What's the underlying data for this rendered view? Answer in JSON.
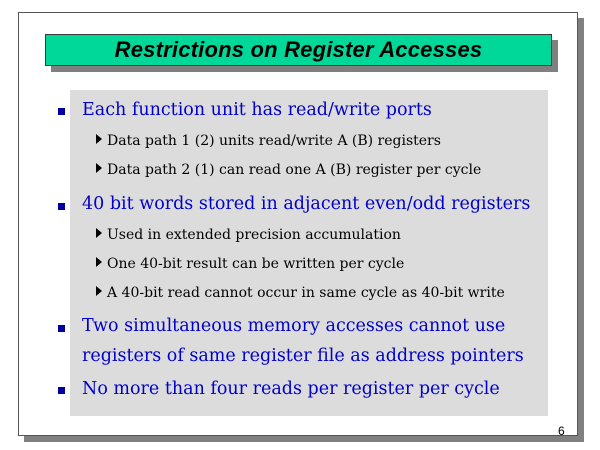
{
  "slide": {
    "title": "Restrictions on Register Accesses",
    "page_number": "6",
    "colors": {
      "title_bar": "#00d89a",
      "content_bg": "#dcdcdc",
      "main_text": "#0000c8",
      "sub_text": "#000000"
    },
    "bullets": [
      {
        "text": "Each function unit has read/write ports",
        "sub": [
          "Data path 1 (2) units read/write A (B) registers",
          "Data path 2 (1) can read one A (B) register per cycle"
        ]
      },
      {
        "text": "40 bit words stored in adjacent even/odd registers",
        "sub": [
          "Used in extended precision accumulation",
          "One 40-bit result can be written per cycle",
          "A 40-bit read cannot occur in same cycle as 40-bit write"
        ]
      },
      {
        "text": "Two simultaneous memory accesses cannot use",
        "text2": "registers of same register file as address pointers"
      },
      {
        "text": "No more than four reads per register per cycle"
      }
    ]
  }
}
